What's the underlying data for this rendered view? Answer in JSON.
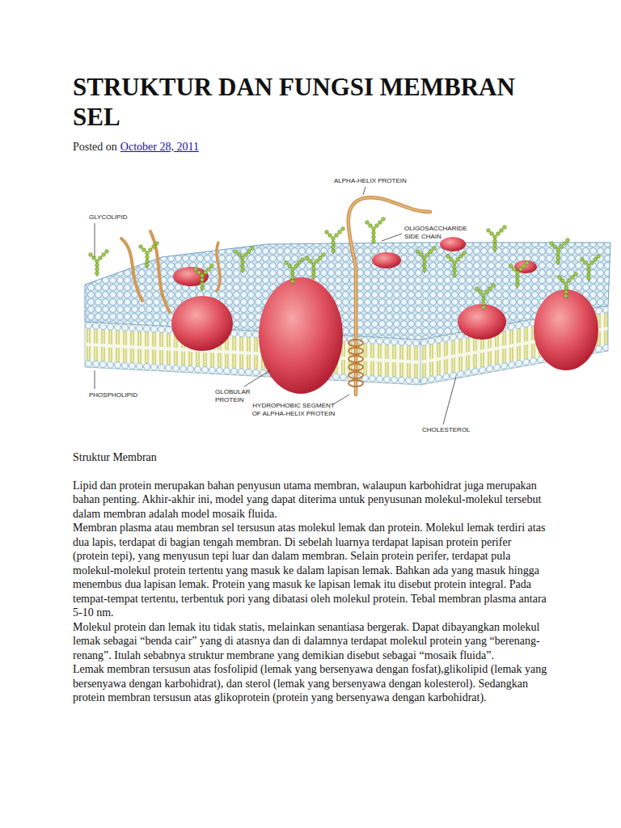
{
  "diagram": {
    "title": "STRUKTUR DAN FUNGSI MEMBRAN SEL",
    "labels": [
      "Posted on",
      "October 28, 2011",
      "ALPHA-HELIX PROTEIN",
      "GLYCOLIPID",
      "OLIGOSACCHARIDE SIDE CHAIN",
      "PHOSPHOLIPID",
      "GLOBULAR PROTEIN",
      "HYDROPHOBIC SEGMENT OF ALPHA-HELIX PROTEIN",
      "CHOLESTEROL",
      "Struktur Membran",
      "Lipid dan protein merupakan bahan penyusun utama membran, walaupun karbohidrat juga merupakan bahan penting. Akhir-akhir ini, model yang dapat diterima untuk penyusunan molekul-molekul tersebut dalam membran adalah model mosaik fluida.",
      "Membran plasma atau membran sel tersusun atas molekul lemak dan protein. Molekul lemak terdiri atas dua lapis, terdapat di bagian tengah membran. Di sebelah luarnya terdapat lapisan protein perifer (protein tepi), yang menyusun tepi luar dan dalam membran. Selain protein perifer, terdapat pula molekul-molekul protein tertentu yang masuk ke dalam lapisan lemak. Bahkan ada yang masuk hingga menembus dua lapisan lemak. Protein yang masuk ke lapisan lemak itu disebut protein integral. Pada tempat-tempat tertentu, terbentuk pori yang dibatasi oleh molekul protein. Tebal membran plasma antara 5-10 nm.",
      "Molekul protein dan lemak itu tidak statis, melainkan senantiasa bergerak. Dapat dibayangkan molekul lemak sebagai “benda cair” yang di atasnya dan di dalamnya terdapat molekul protein yang “berenang-renang”. Itulah sebabnya struktur membrane yang demikian disebut sebagai “mosaik fluida”.",
      "Lemak membran tersusun atas fosfolipid (lemak yang bersenyawa dengan fosfat),glikolipid (lemak yang bersenyawa dengan karbohidrat), dan sterol (lemak yang bersenyawa dengan kolesterol). Sedangkan protein membran tersusun atas glikoprotein (protein yang bersenyawa dengan karbohidrat)."
    ]
  }
}
